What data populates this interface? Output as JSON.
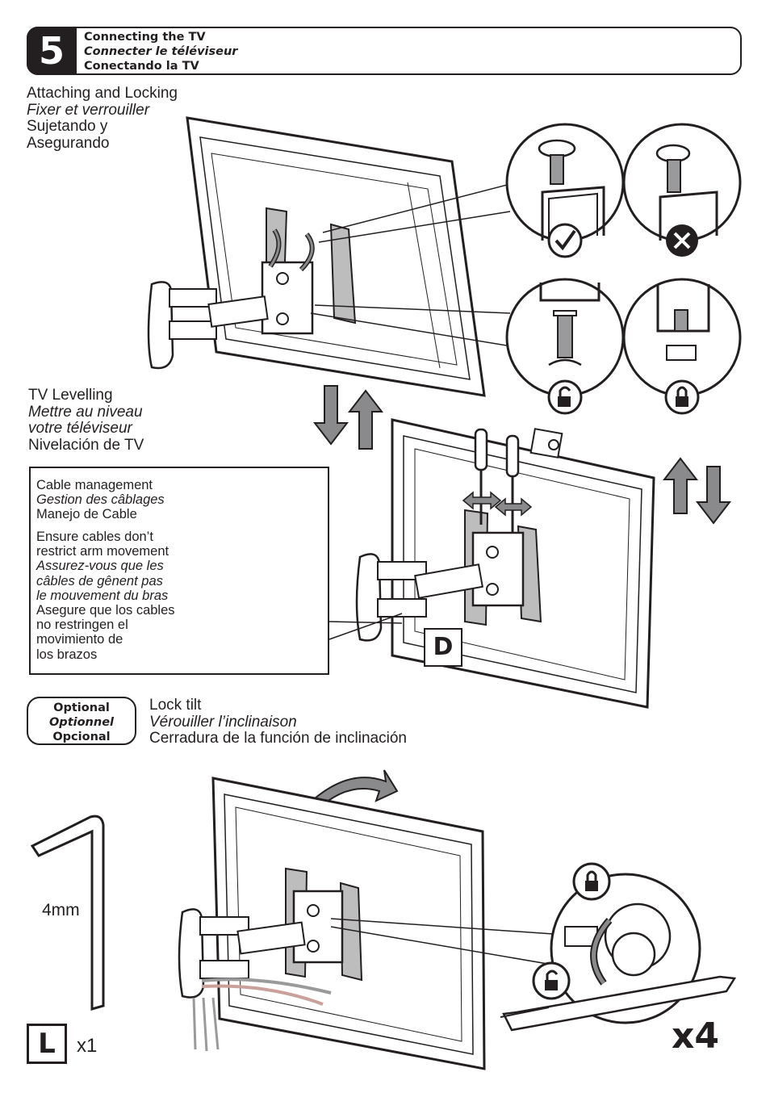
{
  "step": {
    "number": "5",
    "title_en": "Connecting the TV",
    "title_fr": "Connecter le téléviseur",
    "title_es": "Conectando la TV"
  },
  "attach": {
    "en": "Attaching and Locking",
    "fr": "Fixer et verrouiller",
    "es1": "Sujetando y",
    "es2": "Asegurando"
  },
  "levelling": {
    "en": "TV Levelling",
    "fr1": "Mettre au niveau",
    "fr2": "votre téléviseur",
    "es": "Nivelación de TV"
  },
  "cable": {
    "title_en": "Cable management",
    "title_fr": "Gestion des câblages",
    "title_es": "Manejo de Cable",
    "lines": [
      {
        "text": "Ensure cables don’t",
        "italic": false
      },
      {
        "text": "restrict arm movement",
        "italic": false
      },
      {
        "text": "Assurez-vous que les",
        "italic": true
      },
      {
        "text": "câbles de gênent pas",
        "italic": true
      },
      {
        "text": "le mouvement du bras",
        "italic": true
      },
      {
        "text": "Asegure que los cables",
        "italic": false
      },
      {
        "text": "no restringen el",
        "italic": false
      },
      {
        "text": "movimiento de",
        "italic": false
      },
      {
        "text": "los brazos",
        "italic": false
      }
    ]
  },
  "optional": {
    "en": "Optional",
    "fr": "Optionnel",
    "es": "Opcional"
  },
  "lock_tilt": {
    "en": "Lock tilt",
    "fr": "Vérouiller l’inclinaison",
    "es": "Cerradura de la función de inclinación"
  },
  "tool": {
    "size": "4mm",
    "letter": "L",
    "qty": "x1"
  },
  "part_d": "D",
  "qty_x4": "x4",
  "colors": {
    "ink": "#231f20",
    "arrow_gray": "#8a8a8c",
    "cable_gray": "#9a9a9c",
    "cable_red": "#c9a09a"
  },
  "icons": [
    "check-icon",
    "cross-icon",
    "unlocked-icon",
    "locked-icon",
    "screwdriver-icon",
    "allen-key-icon"
  ]
}
